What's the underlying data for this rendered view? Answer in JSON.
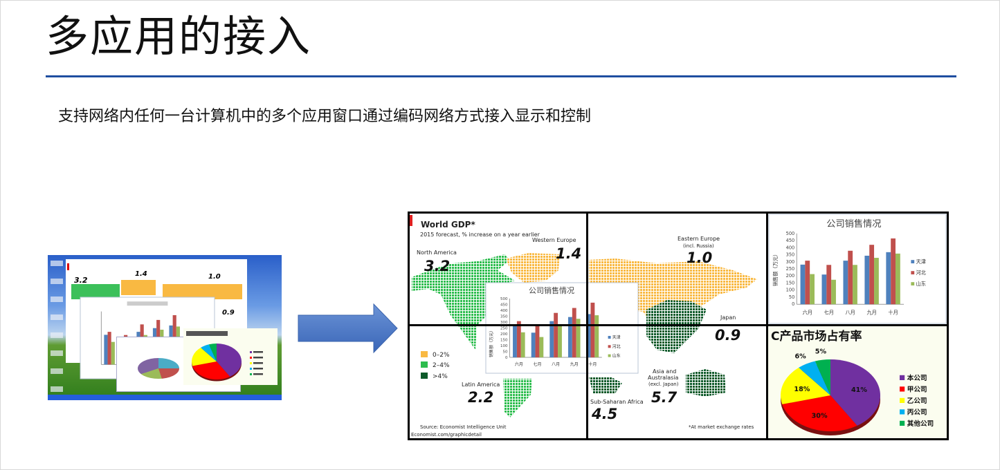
{
  "slide": {
    "title": "多应用的接入",
    "subtitle": "支持网络内任何一台计算机中的多个应用窗口通过编码网络方式接入显示和控制",
    "accent_color": "#1f4ea0"
  },
  "arrow": {
    "icon": "right-arrow-icon",
    "color": "#4472c4"
  },
  "map": {
    "title": "World GDP*",
    "subtitle": "2015 forecast, % increase on a year earlier",
    "regions": [
      {
        "name": "North America",
        "value": "3.2"
      },
      {
        "name": "Western Europe",
        "value": "1.4"
      },
      {
        "name": "Eastern Europe",
        "sub": "(incl. Russia)",
        "value": "1.0"
      },
      {
        "name": "Japan",
        "value": "0.9"
      },
      {
        "name": "Latin America",
        "value": "2.2"
      },
      {
        "name": "Sub-Saharan Africa",
        "value": "4.5"
      },
      {
        "name": "Asia and",
        "name2": "Australasia",
        "sub": "(excl. Japan)",
        "value": "5.7"
      }
    ],
    "legend": [
      {
        "label": "0–2%",
        "color": "#f9b942"
      },
      {
        "label": "2–4%",
        "color": "#2dbd4e"
      },
      {
        "label": ">4%",
        "color": "#0d5a2a"
      }
    ],
    "source": "Source: Economist Intelligence Unit",
    "footnote": "*At market exchange rates",
    "url": "Economist.com/graphicdetail"
  },
  "chart_data": [
    {
      "type": "bar",
      "title": "公司销售情况",
      "ylabel": "销售额（万元）",
      "categories": [
        "六月",
        "七月",
        "八月",
        "九月",
        "十月"
      ],
      "ylim": [
        0,
        500
      ],
      "yticks": [
        0,
        50,
        100,
        150,
        200,
        250,
        300,
        350,
        400,
        450,
        500
      ],
      "legend": "right",
      "series": [
        {
          "name": "天津",
          "color": "#4f81bd",
          "values": [
            280,
            210,
            308,
            343,
            368
          ]
        },
        {
          "name": "河北",
          "color": "#c0504d",
          "values": [
            308,
            278,
            378,
            420,
            465
          ]
        },
        {
          "name": "山东",
          "color": "#9bbb59",
          "values": [
            213,
            173,
            278,
            328,
            358
          ]
        }
      ]
    },
    {
      "type": "pie",
      "title": "C产品市场占有率",
      "legend": "right",
      "slices": [
        {
          "name": "本公司",
          "value": 41,
          "label": "41%",
          "color": "#7030a0"
        },
        {
          "name": "甲公司",
          "value": 30,
          "label": "30%",
          "color": "#ff0000"
        },
        {
          "name": "乙公司",
          "value": 18,
          "label": "18%",
          "color": "#ffff00"
        },
        {
          "name": "丙公司",
          "value": 6,
          "label": "6%",
          "color": "#00b0f0"
        },
        {
          "name": "其他公司",
          "value": 5,
          "label": "5%",
          "color": "#00b050"
        }
      ]
    }
  ]
}
